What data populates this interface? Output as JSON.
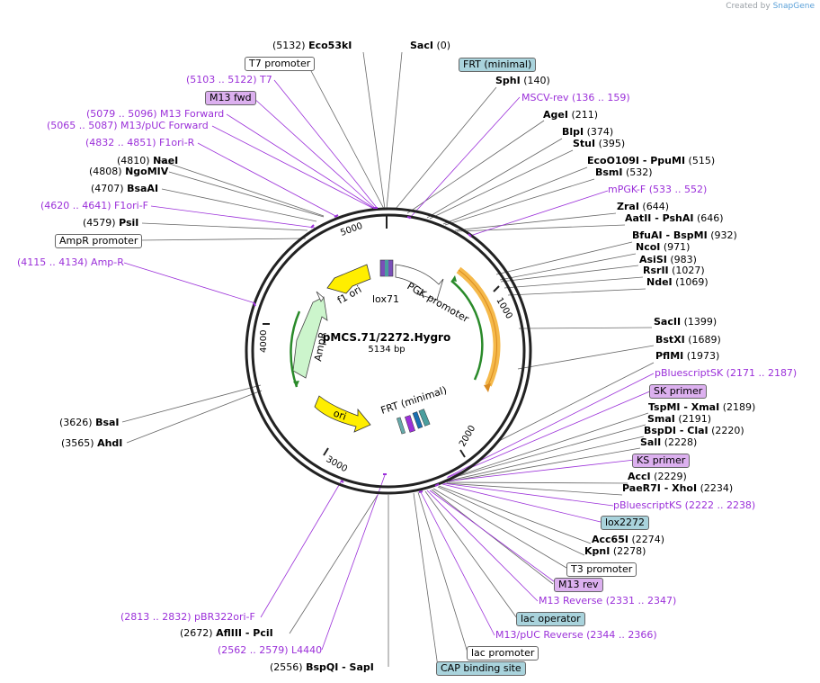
{
  "branding": {
    "prefix": "Created by",
    "name": "SnapGene"
  },
  "plasmid": {
    "name": "pMCS.71/2272.Hygro",
    "length": "5134 bp"
  },
  "ticks": [
    "1000",
    "2000",
    "3000",
    "4000",
    "5000"
  ],
  "features": {
    "f1ori": "f1 ori",
    "lox71": "lox71",
    "pgk": "PGK promoter",
    "ampr": "AmpR",
    "ori": "ori",
    "frt": "FRT (minimal)"
  },
  "labels": [
    {
      "id": "eco53ki",
      "pos": "(5132)",
      "name": "Eco53kI"
    },
    {
      "id": "saci",
      "name": "SacI",
      "pos": "(0)"
    },
    {
      "id": "t7prom",
      "text": "T7 promoter"
    },
    {
      "id": "frtmin",
      "text": "FRT (minimal)"
    },
    {
      "id": "sphi",
      "name": "SphI",
      "pos": "(140)"
    },
    {
      "id": "t7",
      "text": "(5103 .. 5122)  T7"
    },
    {
      "id": "mscv",
      "text": "MSCV-rev    (136 .. 159)"
    },
    {
      "id": "m13fwd",
      "text": "M13 fwd"
    },
    {
      "id": "agei",
      "name": "AgeI",
      "pos": "(211)"
    },
    {
      "id": "m13forward",
      "text": "(5079 .. 5096)  M13 Forward"
    },
    {
      "id": "m13puc",
      "text": "(5065 .. 5087)  M13/pUC Forward"
    },
    {
      "id": "blpi",
      "name": "BlpI",
      "pos": "(374)"
    },
    {
      "id": "stui",
      "name": "StuI",
      "pos": "(395)"
    },
    {
      "id": "f1orir",
      "text": "(4832 .. 4851)  F1ori-R"
    },
    {
      "id": "ecoo109i",
      "name": "EcoO109I",
      "mid": " - PpuMI",
      "pos": "(515)"
    },
    {
      "id": "naei",
      "pos": "(4810)",
      "name": "NaeI"
    },
    {
      "id": "bsmi",
      "name": "BsmI",
      "pos": "(532)"
    },
    {
      "id": "ngomiv",
      "pos": "(4808)",
      "name": "NgoMIV"
    },
    {
      "id": "mpgk",
      "text": "mPGK-F    (533 .. 552)"
    },
    {
      "id": "bsaai",
      "pos": "(4707)",
      "name": "BsaAI"
    },
    {
      "id": "zrai",
      "name": "ZraI",
      "pos": "(644)"
    },
    {
      "id": "f1orif",
      "text": "(4620 .. 4641)  F1ori-F"
    },
    {
      "id": "aatii",
      "name": "AatII",
      "mid": " - PshAI",
      "pos": "(646)"
    },
    {
      "id": "psii",
      "pos": "(4579)",
      "name": "PsiI"
    },
    {
      "id": "bfuai",
      "name": "BfuAI",
      "mid": " - BspMI",
      "pos": "(932)"
    },
    {
      "id": "amprprom",
      "text": "AmpR promoter"
    },
    {
      "id": "ncoi",
      "name": "NcoI",
      "pos": "(971)"
    },
    {
      "id": "asisi",
      "name": "AsiSI",
      "pos": "(983)"
    },
    {
      "id": "ampr",
      "text": "(4115 .. 4134)  Amp-R"
    },
    {
      "id": "rsrii",
      "name": "RsrII",
      "pos": "(1027)"
    },
    {
      "id": "ndei",
      "name": "NdeI",
      "pos": "(1069)"
    },
    {
      "id": "sacii",
      "name": "SacII",
      "pos": "(1399)"
    },
    {
      "id": "bstxi",
      "name": "BstXI",
      "pos": "(1689)"
    },
    {
      "id": "pflmi",
      "name": "PflMI",
      "pos": "(1973)"
    },
    {
      "id": "pblsk",
      "text": "pBluescriptSK    (2171 .. 2187)"
    },
    {
      "id": "skprimer",
      "text": "SK primer"
    },
    {
      "id": "tspmi",
      "name": "TspMI",
      "mid": " - XmaI",
      "pos": "(2189)"
    },
    {
      "id": "bsai",
      "pos": "(3626)",
      "name": "BsaI"
    },
    {
      "id": "smai",
      "name": "SmaI",
      "pos": "(2191)"
    },
    {
      "id": "bspdi",
      "name": "BspDI",
      "mid": " - ClaI",
      "pos": "(2220)"
    },
    {
      "id": "ahdi",
      "pos": "(3565)",
      "name": "AhdI"
    },
    {
      "id": "sali",
      "name": "SalI",
      "pos": "(2228)"
    },
    {
      "id": "ksprimer",
      "text": "KS primer"
    },
    {
      "id": "acci",
      "name": "AccI",
      "pos": "(2229)"
    },
    {
      "id": "paer7i",
      "name": "PaeR7I",
      "mid": " - XhoI",
      "pos": "(2234)"
    },
    {
      "id": "pblks",
      "text": "pBluescriptKS    (2222 .. 2238)"
    },
    {
      "id": "lox2272",
      "text": "lox2272"
    },
    {
      "id": "acc65i",
      "name": "Acc65I",
      "pos": "(2274)"
    },
    {
      "id": "kpni",
      "name": "KpnI",
      "pos": "(2278)"
    },
    {
      "id": "t3prom",
      "text": "T3 promoter"
    },
    {
      "id": "m13rev",
      "text": "M13 rev"
    },
    {
      "id": "pbr322",
      "text": "(2813 .. 2832)  pBR322ori-F"
    },
    {
      "id": "m13reverse",
      "text": "M13 Reverse    (2331 .. 2347)"
    },
    {
      "id": "afliii",
      "pos": "(2672)",
      "name": "AflIII",
      "mid": " - PciI"
    },
    {
      "id": "lacop",
      "text": "lac operator"
    },
    {
      "id": "m13pucrev",
      "text": "M13/pUC Reverse    (2344 .. 2366)"
    },
    {
      "id": "l4440",
      "text": "(2562 .. 2579)  L4440"
    },
    {
      "id": "lacprom",
      "text": "lac promoter"
    },
    {
      "id": "bspqi",
      "pos": "(2556)",
      "name": "BspQI",
      "mid": " - SapI"
    },
    {
      "id": "cap",
      "text": "CAP binding site"
    }
  ],
  "colors": {
    "feature_text": "#9b30d9",
    "blue_box": "#a9d3dc",
    "purple_box": "#dcb0ef",
    "ring": "#222222",
    "yellow": "#ffee00",
    "green": "#ccf5cc",
    "orange": "#f5b94a",
    "dark_green": "#2a8a2a"
  }
}
